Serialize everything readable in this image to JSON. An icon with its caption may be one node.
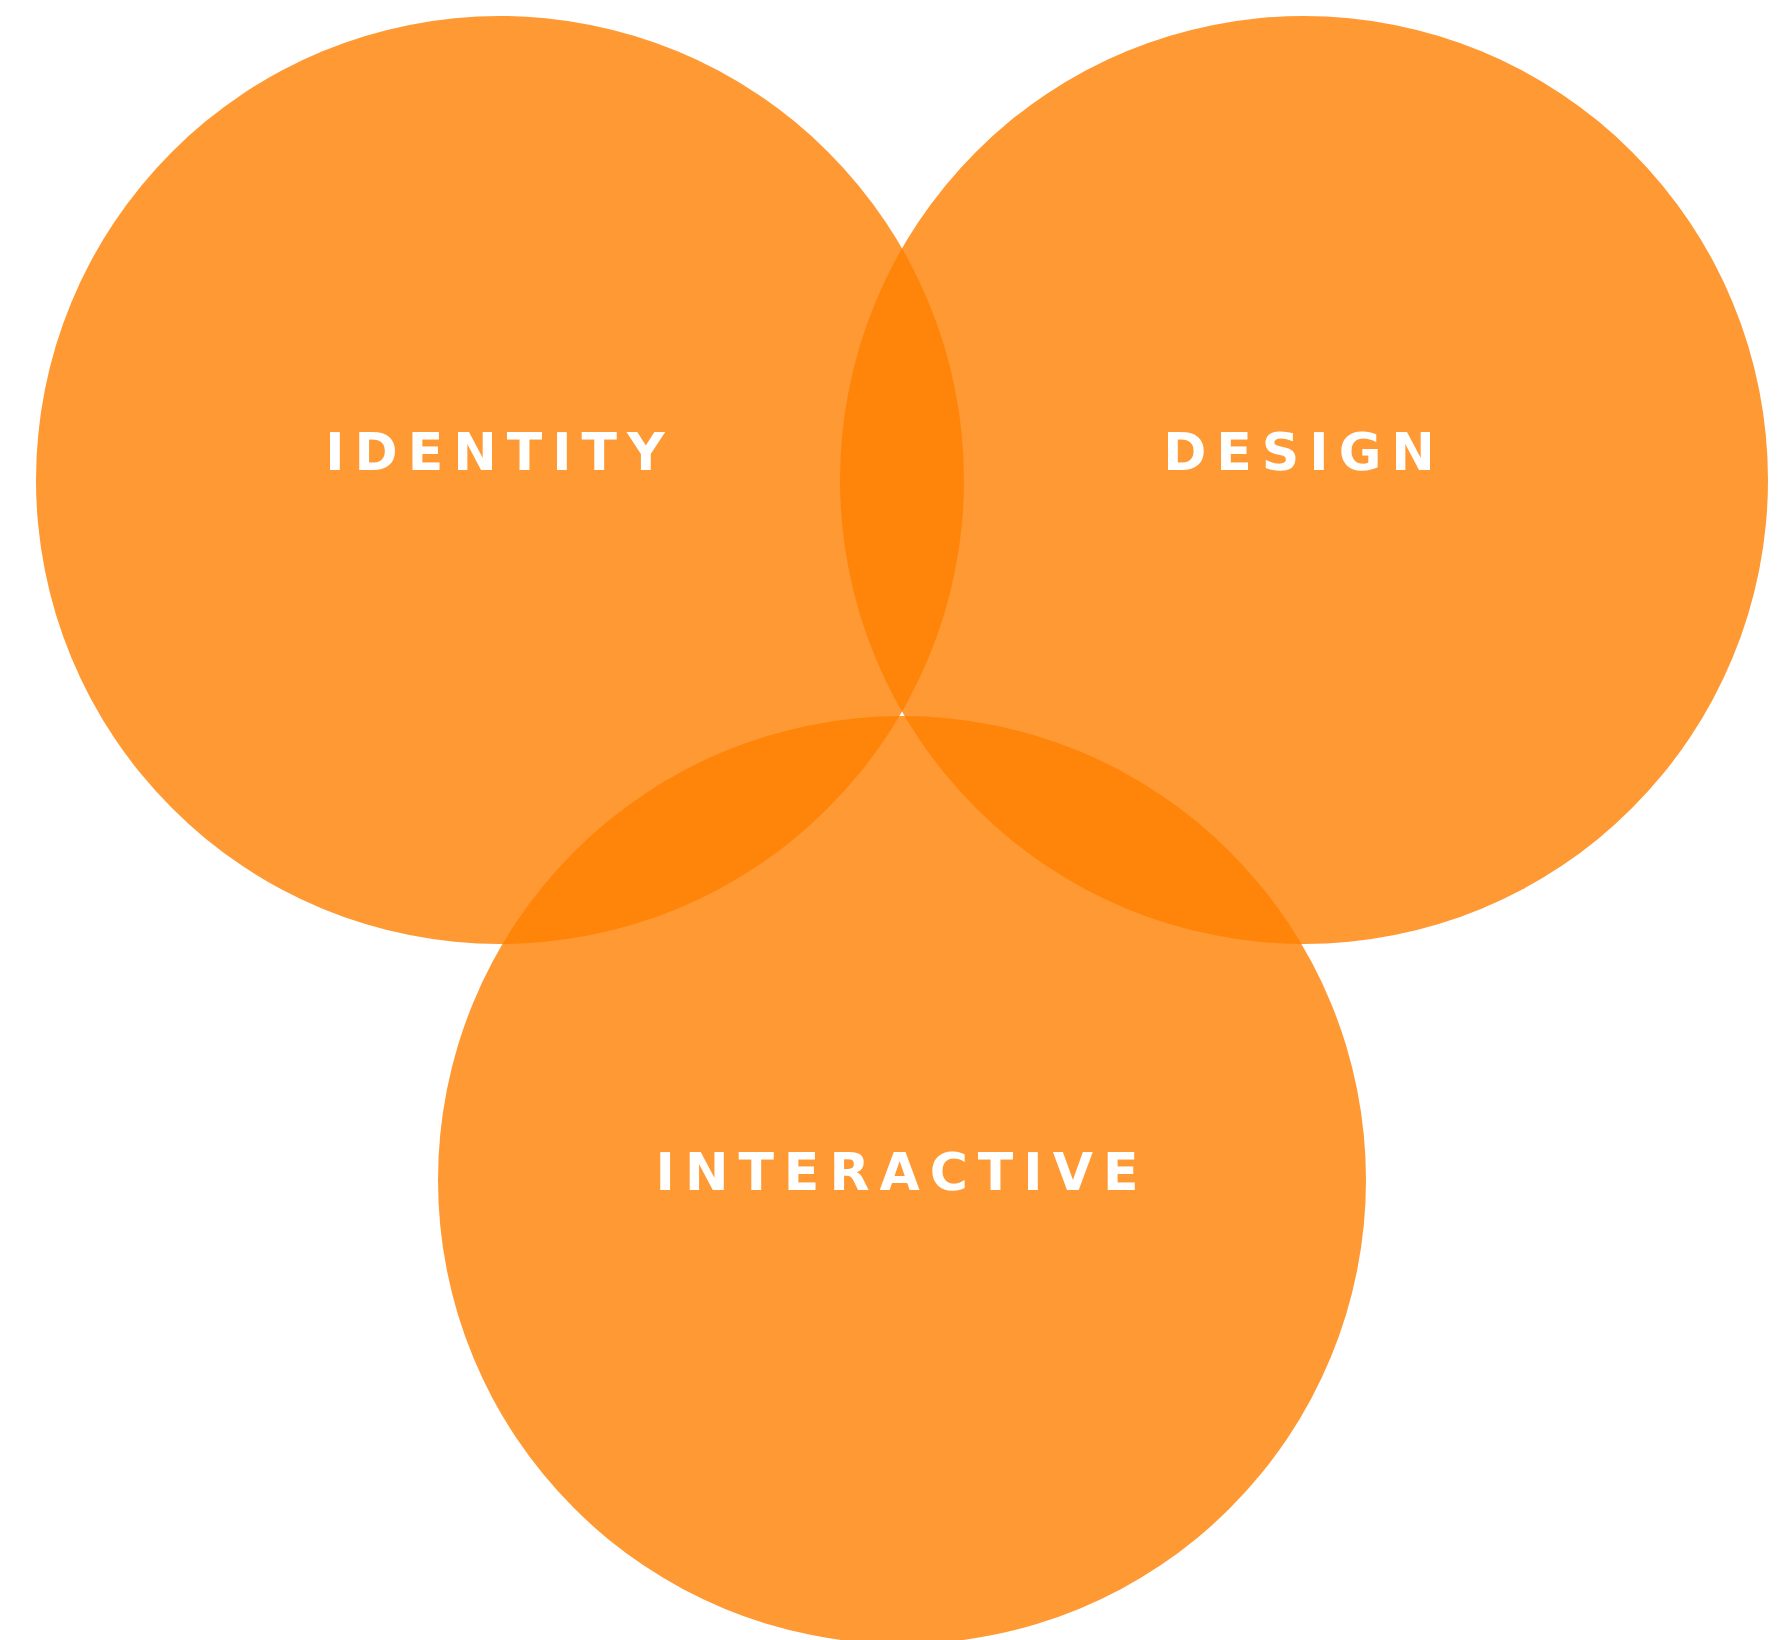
{
  "diagram": {
    "nodes": [
      {
        "text": [
          "IDENTITY"
        ]
      },
      {
        "text": [
          "DESIGN"
        ]
      },
      {
        "text": [
          "INTERACTIVE"
        ]
      }
    ],
    "edges": []
  }
}
